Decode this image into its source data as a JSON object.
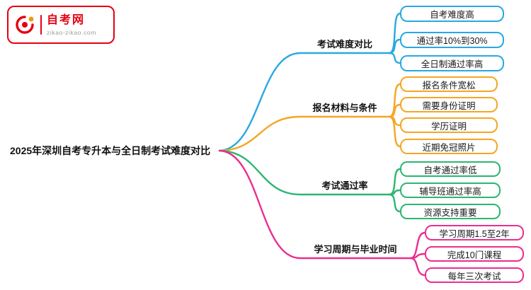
{
  "logo": {
    "title": "自考网",
    "subtitle": "zikao-zikao.com",
    "brand_color": "#e60012",
    "accent_color": "#f39800"
  },
  "central": {
    "label": "2025年深圳自考专升本与全日制考试难度对比"
  },
  "branches": [
    {
      "label": "考试难度对比",
      "color": "#29a9e1",
      "children": [
        "自考难度高",
        "通过率10%到30%",
        "全日制通过率高"
      ]
    },
    {
      "label": "报名材料与条件",
      "color": "#f5a623",
      "children": [
        "报名条件宽松",
        "需要身份证明",
        "学历证明",
        "近期免冠照片"
      ]
    },
    {
      "label": "考试通过率",
      "color": "#2bb673",
      "children": [
        "自考通过率低",
        "辅导班通过率高",
        "资源支持重要"
      ]
    },
    {
      "label": "学习周期与毕业时间",
      "color": "#ec2d8f",
      "children": [
        "学习周期1.5至2年",
        "完成10门课程",
        "每年三次考试"
      ]
    }
  ]
}
